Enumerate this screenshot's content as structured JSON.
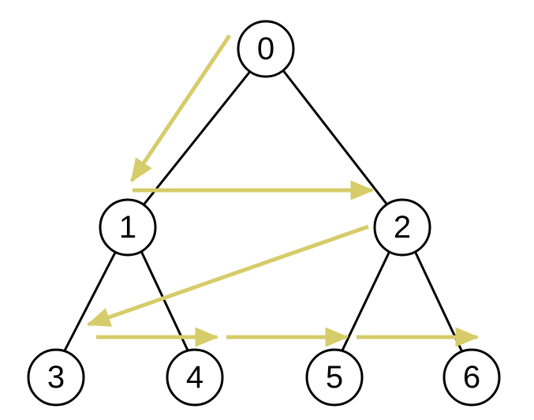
{
  "diagram": {
    "type": "binary-tree-level-order-traversal",
    "colors": {
      "node_stroke": "#000000",
      "node_fill": "#ffffff",
      "edge": "#000000",
      "traversal_arrow": "#d6cc6a"
    },
    "nodes": [
      {
        "id": "0",
        "label": "0"
      },
      {
        "id": "1",
        "label": "1"
      },
      {
        "id": "2",
        "label": "2"
      },
      {
        "id": "3",
        "label": "3"
      },
      {
        "id": "4",
        "label": "4"
      },
      {
        "id": "5",
        "label": "5"
      },
      {
        "id": "6",
        "label": "6"
      }
    ],
    "edges": [
      {
        "from": "0",
        "to": "1"
      },
      {
        "from": "0",
        "to": "2"
      },
      {
        "from": "1",
        "to": "3"
      },
      {
        "from": "1",
        "to": "4"
      },
      {
        "from": "2",
        "to": "5"
      },
      {
        "from": "2",
        "to": "6"
      }
    ],
    "traversal_order": [
      "0",
      "1",
      "2",
      "3",
      "4",
      "5",
      "6"
    ]
  }
}
